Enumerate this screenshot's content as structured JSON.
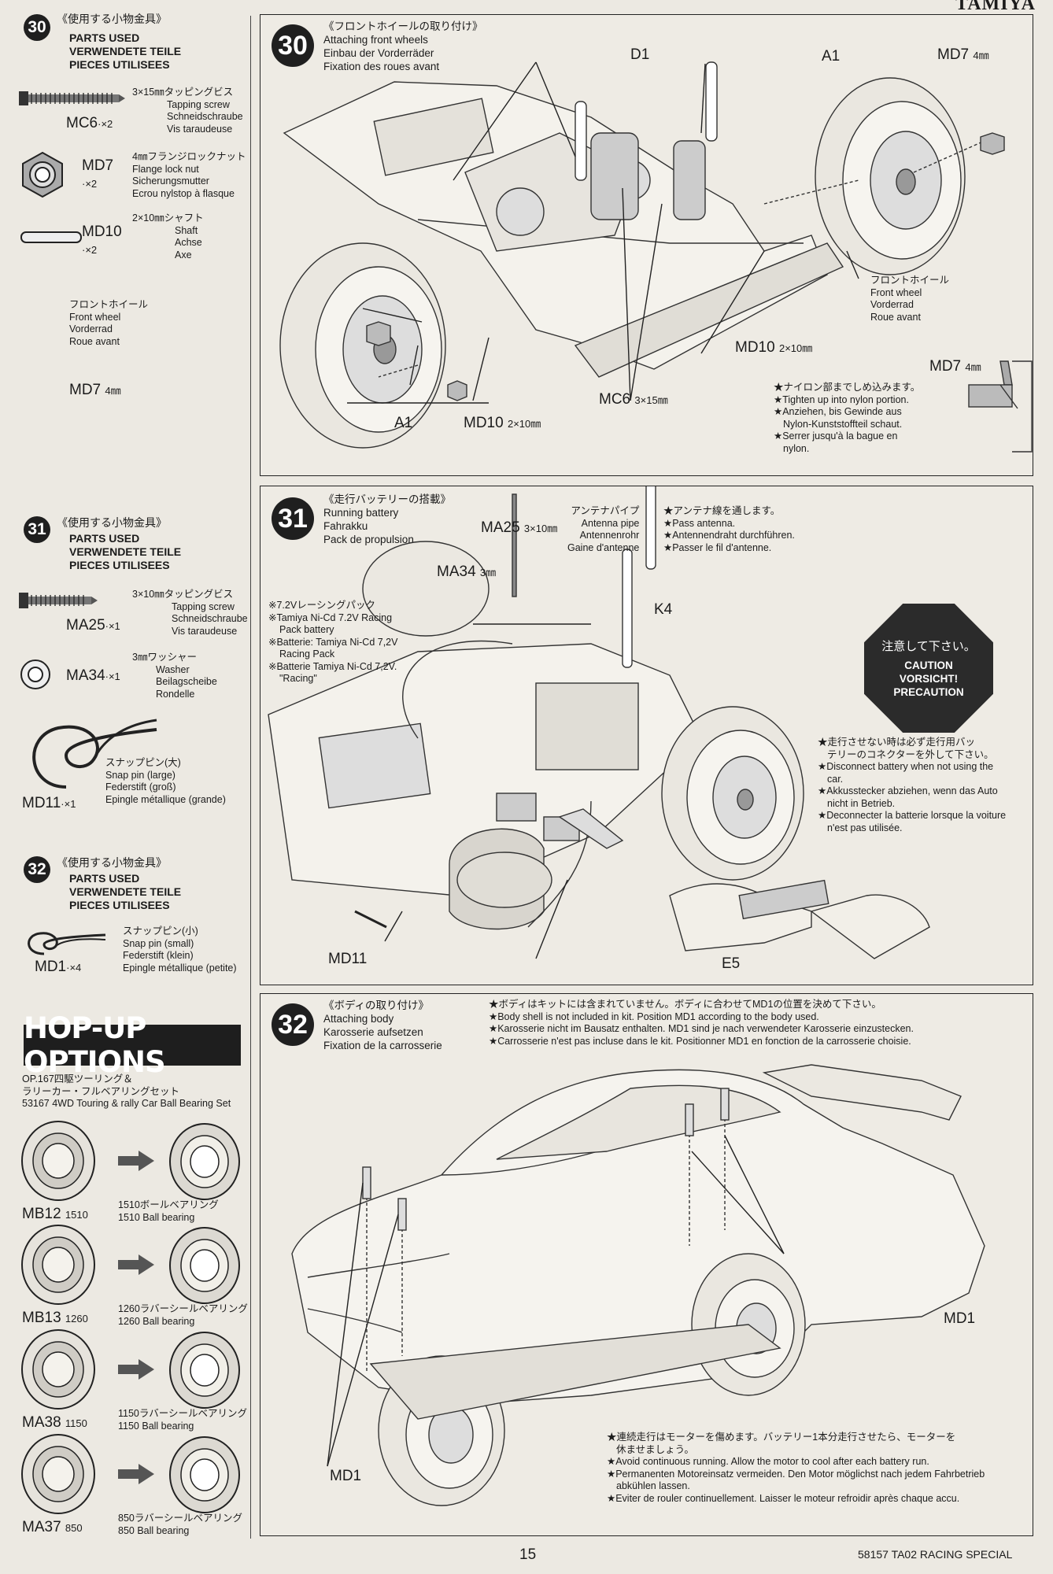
{
  "brand": "TAMIYA",
  "left": {
    "s30": {
      "num": "30",
      "jp": "《使用する小物金具》",
      "heads": [
        "PARTS USED",
        "VERWENDETE TEILE",
        "PIECES UTILISEES"
      ],
      "parts": [
        {
          "code": "MC6",
          "qty": "·×2",
          "size_jp": "3×15㎜タッピングビス",
          "en": "Tapping screw",
          "de": "Schneidschraube",
          "fr": "Vis taraudeuse",
          "icon": "tapping-screw-icon"
        },
        {
          "code": "MD7",
          "qty": "·×2",
          "size_jp": "4㎜フランジロックナット",
          "en": "Flange lock nut",
          "de": "Sicherungsmutter",
          "fr": "Ecrou nylstop à flasque",
          "icon": "flange-nut-icon"
        },
        {
          "code": "MD10",
          "qty": "·×2",
          "size_jp": "2×10㎜シャフト",
          "en": "Shaft",
          "de": "Achse",
          "fr": "Axe",
          "icon": "shaft-icon"
        }
      ]
    },
    "s31": {
      "num": "31",
      "jp": "《使用する小物金具》",
      "heads": [
        "PARTS USED",
        "VERWENDETE TEILE",
        "PIECES UTILISEES"
      ],
      "parts": [
        {
          "code": "MA25",
          "qty": "·×1",
          "size_jp": "3×10㎜タッピングビス",
          "en": "Tapping screw",
          "de": "Schneidschraube",
          "fr": "Vis taraudeuse",
          "icon": "tapping-screw-icon"
        },
        {
          "code": "MA34",
          "qty": "·×1",
          "size_jp": "3㎜ワッシャー",
          "en": "Washer",
          "de": "Beilagscheibe",
          "fr": "Rondelle",
          "icon": "washer-icon"
        },
        {
          "code": "MD11",
          "qty": "·×1",
          "size_jp": "スナップピン(大)",
          "en": "Snap pin (large)",
          "de": "Federstift (groß)",
          "fr": "Epingle métallique (grande)",
          "icon": "snap-pin-large-icon"
        }
      ]
    },
    "s32": {
      "num": "32",
      "jp": "《使用する小物金具》",
      "heads": [
        "PARTS USED",
        "VERWENDETE TEILE",
        "PIECES UTILISEES"
      ],
      "parts": [
        {
          "code": "MD1",
          "qty": "·×4",
          "size_jp": "スナップピン(小)",
          "en": "Snap pin (small)",
          "de": "Federstift (klein)",
          "fr": "Epingle métallique (petite)",
          "icon": "snap-pin-small-icon"
        }
      ]
    },
    "hopup": {
      "title": "HOP-UP OPTIONS",
      "op_line1": "OP.167四駆ツーリング＆",
      "op_line2": "ラリーカー・フルベアリングセット",
      "op_line3": "53167 4WD Touring & rally Car Ball Bearing Set",
      "items": [
        {
          "code": "MB12",
          "num": "1510",
          "jp": "1510ボールベアリング",
          "en": "1510 Ball bearing"
        },
        {
          "code": "MB13",
          "num": "1260",
          "jp": "1260ラバーシールベアリング",
          "en": "1260 Ball bearing"
        },
        {
          "code": "MA38",
          "num": "1150",
          "jp": "1150ラバーシールベアリング",
          "en": "1150 Ball bearing"
        },
        {
          "code": "MA37",
          "num": "850",
          "jp": "850ラバーシールベアリング",
          "en": "850 Ball bearing"
        }
      ]
    }
  },
  "step30": {
    "num": "30",
    "jp": "《フロントホイールの取り付け》",
    "en": "Attaching front wheels",
    "de": "Einbau der Vorderräder",
    "fr": "Fixation des roues avant",
    "labels": {
      "d1": "D1",
      "a1_top": "A1",
      "md7_top": "MD7",
      "md7_top_size": "4㎜",
      "a1_bot": "A1",
      "md10_bot": "MD10",
      "md10_bot_size": "2×10㎜",
      "mc6": "MC6",
      "mc6_size": "3×15㎜",
      "md10_right": "MD10",
      "md10_right_size": "2×10㎜",
      "md7_left": "MD7",
      "md7_left_size": "4㎜",
      "md7_inset": "MD7",
      "md7_inset_size": "4㎜"
    },
    "fw_right": [
      "フロントホイール",
      "Front wheel",
      "Vorderrad",
      "Roue avant"
    ],
    "fw_left": [
      "フロントホイール",
      "Front wheel",
      "Vorderrad",
      "Roue avant"
    ],
    "note": [
      "★ナイロン部までしめ込みます。",
      "★Tighten up into nylon portion.",
      "★Anziehen, bis Gewinde aus",
      "Nylon-Kunststoffteil schaut.",
      "★Serrer jusqu'à la bague en",
      "nylon."
    ]
  },
  "step31": {
    "num": "31",
    "jp": "《走行バッテリーの搭載》",
    "en": "Running battery",
    "de": "Fahrakku",
    "fr": "Pack de propulsion",
    "labels": {
      "ma25": "MA25",
      "ma25_size": "3×10㎜",
      "ma34": "MA34",
      "ma34_size": "3㎜",
      "k4": "K4",
      "md11": "MD11",
      "e5": "E5"
    },
    "antenna_pipe": [
      "アンテナパイプ",
      "Antenna pipe",
      "Antennenrohr",
      "Gaine d'antenne"
    ],
    "antenna_note": [
      "★アンテナ線を通します。",
      "★Pass antenna.",
      "★Antennendraht durchführen.",
      "★Passer le fil d'antenne."
    ],
    "battery_note": [
      "※7.2Vレーシングパック",
      "※Tamiya Ni-Cd 7.2V Racing",
      "Pack battery",
      "※Batterie: Tamiya Ni-Cd 7,2V",
      "Racing Pack",
      "※Batterie Tamiya Ni-Cd 7,2V.",
      "\"Racing\""
    ],
    "caution": {
      "jp": "注意して下さい。",
      "l1": "CAUTION",
      "l2": "VORSICHT!",
      "l3": "PRECAUTION"
    },
    "disconnect_note": [
      "★走行させない時は必ず走行用バッ",
      "テリーのコネクターを外して下さい。",
      "★Disconnect battery when not using the",
      "car.",
      "★Akkusstecker abziehen, wenn das Auto",
      "nicht in Betrieb.",
      "★Deconnecter la batterie lorsque la voiture",
      "n'est pas utilisée."
    ]
  },
  "step32": {
    "num": "32",
    "jp": "《ボディの取り付け》",
    "en": "Attaching body",
    "de": "Karosserie aufsetzen",
    "fr": "Fixation de la carrosserie",
    "top_note": [
      "★ボディはキットには含まれていません。ボディに合わせてMD1の位置を決めて下さい。",
      "★Body shell is not included in kit. Position MD1 according to the body used.",
      "★Karosserie nicht im Bausatz enthalten. MD1 sind je nach verwendeter Karosserie einzustecken.",
      "★Carrosserie n'est pas incluse dans le kit. Positionner MD1 en fonction de la carrosserie choisie."
    ],
    "labels": {
      "md1_right": "MD1",
      "md1_left": "MD1"
    },
    "run_note": [
      "★連続走行はモーターを傷めます。バッテリー1本分走行させたら、モーターを",
      "休ませましょう。",
      "★Avoid continuous running. Allow the motor to cool after each battery run.",
      "★Permanenten Motoreinsatz vermeiden. Den Motor möglichst nach jedem Fahrbetrieb",
      "abkühlen lassen.",
      "★Eviter de rouler continuellement. Laisser le moteur refroidir après chaque accu."
    ]
  },
  "footer": {
    "page": "15",
    "right": "58157 TA02 RACING SPECIAL"
  }
}
